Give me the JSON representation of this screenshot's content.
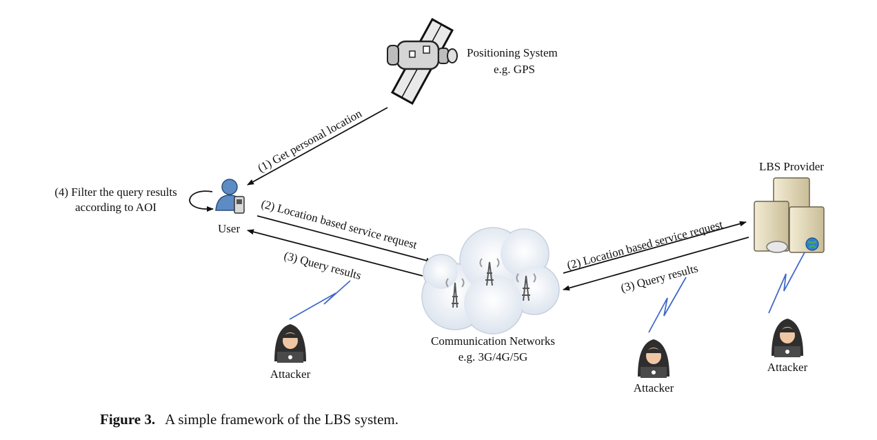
{
  "positioning": {
    "title": "Positioning System",
    "example": "e.g. GPS"
  },
  "user": {
    "label": "User"
  },
  "filter": {
    "line1": "(4) Filter the query results",
    "line2": "according to AOI"
  },
  "arrows": {
    "get_location": "(1) Get personal location",
    "user_request": "(2) Location based service request",
    "user_results": "(3) Query results",
    "provider_request": "(2) Location based service request",
    "provider_results": "(3) Query results"
  },
  "network": {
    "title": "Communication Networks",
    "example": "e.g. 3G/4G/5G"
  },
  "provider": {
    "title": "LBS Provider"
  },
  "attackers": [
    "Attacker",
    "Attacker",
    "Attacker"
  ],
  "caption": {
    "label": "Figure 3.",
    "text": "A simple framework of the LBS system."
  }
}
